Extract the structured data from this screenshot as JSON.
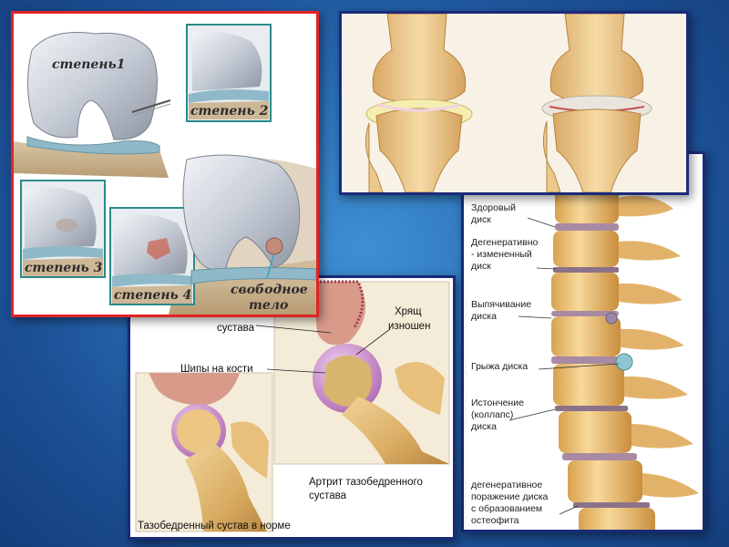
{
  "knee_panel": {
    "labels": {
      "grade1": "степень1",
      "grade2": "степень 2",
      "grade3": "степень 3",
      "grade4": "степень 4",
      "loose_body_line1": "свободное",
      "loose_body_line2": "тело"
    }
  },
  "spine_panel": {
    "labels": {
      "healthy_line1": "Здоровый",
      "healthy_line2": "диск",
      "degen_line1": "Дегенеративно",
      "degen_line2": "- измененный",
      "degen_line3": "диск",
      "bulge_line1": "Выпячивание",
      "bulge_line2": "диска",
      "hernia": "Грыжа диска",
      "thin_line1": "Истончение",
      "thin_line2": "(коллапс)",
      "thin_line3": "диска",
      "osteo_line1": "дегенеративное",
      "osteo_line2": "поражение диска",
      "osteo_line3": "с образованием",
      "osteo_line4": "остеофита"
    }
  },
  "hip_panel": {
    "labels": {
      "joint_cut": "сустава",
      "spurs": "Шипы на кости",
      "cartilage_line1": "Хрящ",
      "cartilage_line2": "изношен",
      "arthritis_line1": "Артрит тазобедренного",
      "arthritis_line2": "сустава",
      "normal": "Тазобедренный сустав в норме"
    }
  },
  "colors": {
    "bone": "#e8c98a",
    "bone_dark": "#c99d55",
    "cartilage_purple": "#c88cc8",
    "knee_bone": "#c9ced6",
    "knee_border": "#e02424",
    "panel_border": "#1b2a7a"
  }
}
